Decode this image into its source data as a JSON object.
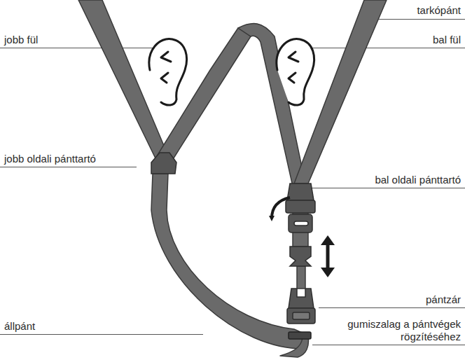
{
  "diagram": {
    "labels": [
      "tarkópánt",
      "jobb fül",
      "bal fül",
      "jobb oldali pánttartó",
      "bal oldali pánttartó",
      "pántzár",
      "gumiszalag a pántvégek rögzítéséhez",
      "állpánt"
    ]
  }
}
